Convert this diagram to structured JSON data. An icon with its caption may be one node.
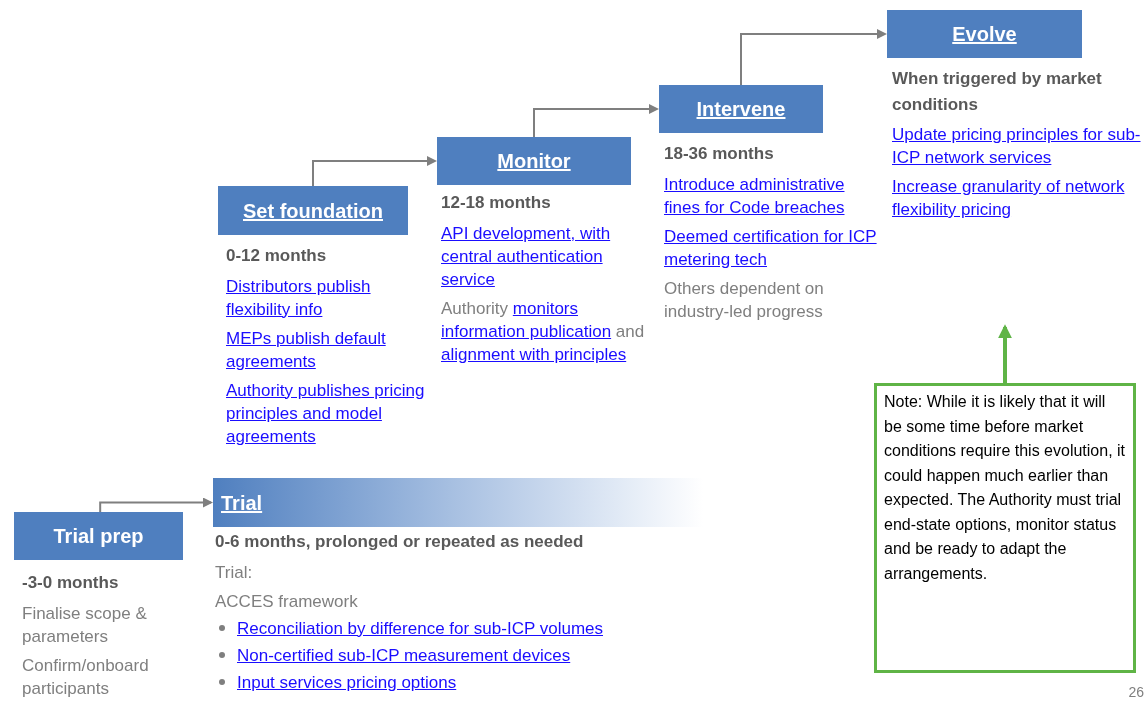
{
  "diagram": {
    "nodes": [
      {
        "text": [
          "Trial prep"
        ],
        "beside": [
          "-3-0 months",
          "Finalise scope & parameters",
          "Confirm/onboard participants"
        ]
      },
      {
        "text": [
          "Trial"
        ],
        "beside": [
          "0-6 months, prolonged or repeated as needed",
          "Trial:",
          "ACCES framework",
          "Reconciliation by difference for sub-ICP volumes",
          "Non-certified sub-ICP measurement devices",
          "Input services pricing options"
        ]
      },
      {
        "text": [
          "Set foundation"
        ],
        "beside": [
          "0-12 months",
          "Distributors publish flexibility info",
          "MEPs publish default agreements",
          "Authority publishes pricing principles and model agreements"
        ]
      },
      {
        "text": [
          "Monitor"
        ],
        "beside": [
          "12-18 months",
          "API development, with central authentication service",
          "Authority",
          "monitors information publication",
          "and",
          "alignment with principles"
        ]
      },
      {
        "text": [
          "Intervene"
        ],
        "beside": [
          "18-36 months",
          "Introduce administrative fines for Code breaches",
          "Deemed certification for ICP metering tech",
          "Others dependent on industry-led progress"
        ]
      },
      {
        "text": [
          "Evolve"
        ],
        "beside": [
          "When triggered by market conditions",
          "Update pricing principles for sub-ICP network services",
          "Increase granularity of network flexibility pricing"
        ]
      },
      {
        "text": [
          "Note: While it is likely that it will be some time before market conditions require this evolution, it could happen much earlier than expected. The Authority must trial end-state options, monitor status and be ready to adapt the arrangements."
        ]
      }
    ],
    "edges": [
      {
        "from": 0,
        "to": 1,
        "arrow": "to"
      },
      {
        "from": 2,
        "to": 3,
        "arrow": "to"
      },
      {
        "from": 3,
        "to": 4,
        "arrow": "to"
      },
      {
        "from": 4,
        "to": 5,
        "arrow": "to"
      },
      {
        "from": 6,
        "to": null,
        "arrow": "to",
        "style": "thick",
        "color": "#5fb446"
      }
    ],
    "labels": [
      "26"
    ]
  }
}
